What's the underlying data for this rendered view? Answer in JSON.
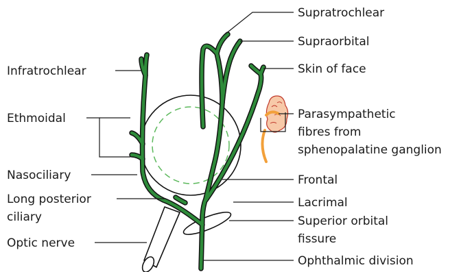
{
  "colors": {
    "nerve": "#2e8b3a",
    "parasympathetic": "#f2a03a",
    "ganglion": "#f7c9a8",
    "eye_dashed": "#5cb85c",
    "outline": "#111111"
  },
  "labels": {
    "supratrochlear": "Supratrochlear",
    "supraorbital": "Supraorbital",
    "skin_of_face": "Skin of face",
    "parasympathetic_1": "Parasympathetic",
    "parasympathetic_2": "fibres from",
    "parasympathetic_3": "sphenopalatine ganglion",
    "frontal": "Frontal",
    "lacrimal": "Lacrimal",
    "superior_orbital_1": "Superior orbital",
    "superior_orbital_2": "fissure",
    "ophthalmic_division": "Ophthalmic division",
    "infratrochlear": "Infratrochlear",
    "ethmoidal": "Ethmoidal",
    "nasociliary": "Nasociliary",
    "long_posterior_1": "Long posterior",
    "long_posterior_2": "ciliary",
    "optic_nerve": "Optic nerve"
  }
}
